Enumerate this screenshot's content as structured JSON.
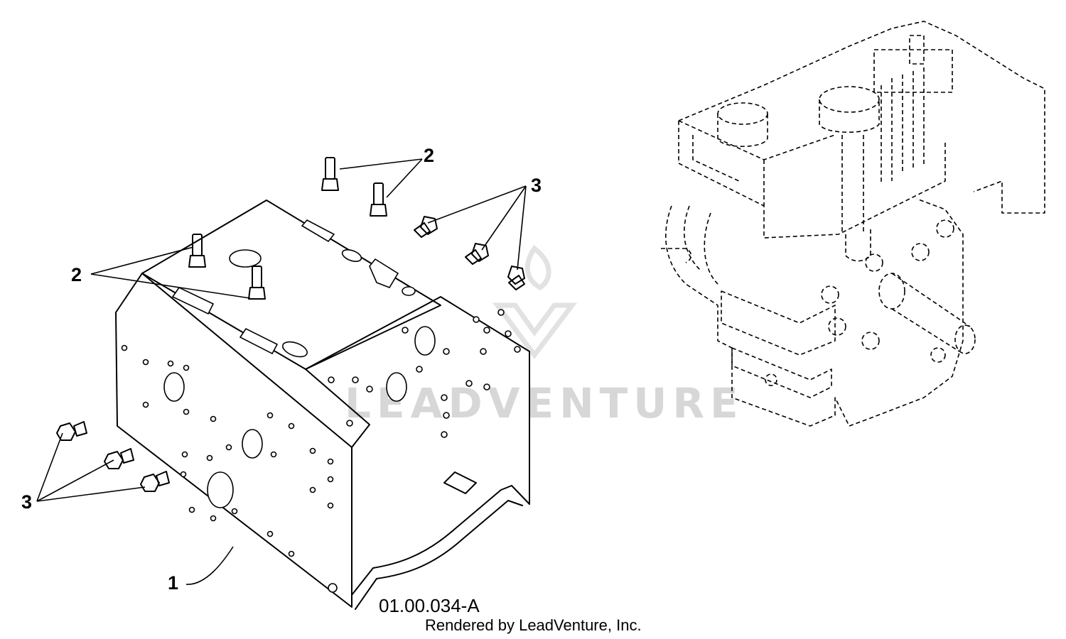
{
  "diagram": {
    "part_number": "01.00.034-A",
    "credit": "Rendered by LeadVenture, Inc.",
    "watermark": "LEADVENTURE",
    "callouts": [
      {
        "id": "1",
        "label": "1"
      },
      {
        "id": "2a",
        "label": "2"
      },
      {
        "id": "2b",
        "label": "2"
      },
      {
        "id": "3a",
        "label": "3"
      },
      {
        "id": "3b",
        "label": "3"
      }
    ]
  }
}
